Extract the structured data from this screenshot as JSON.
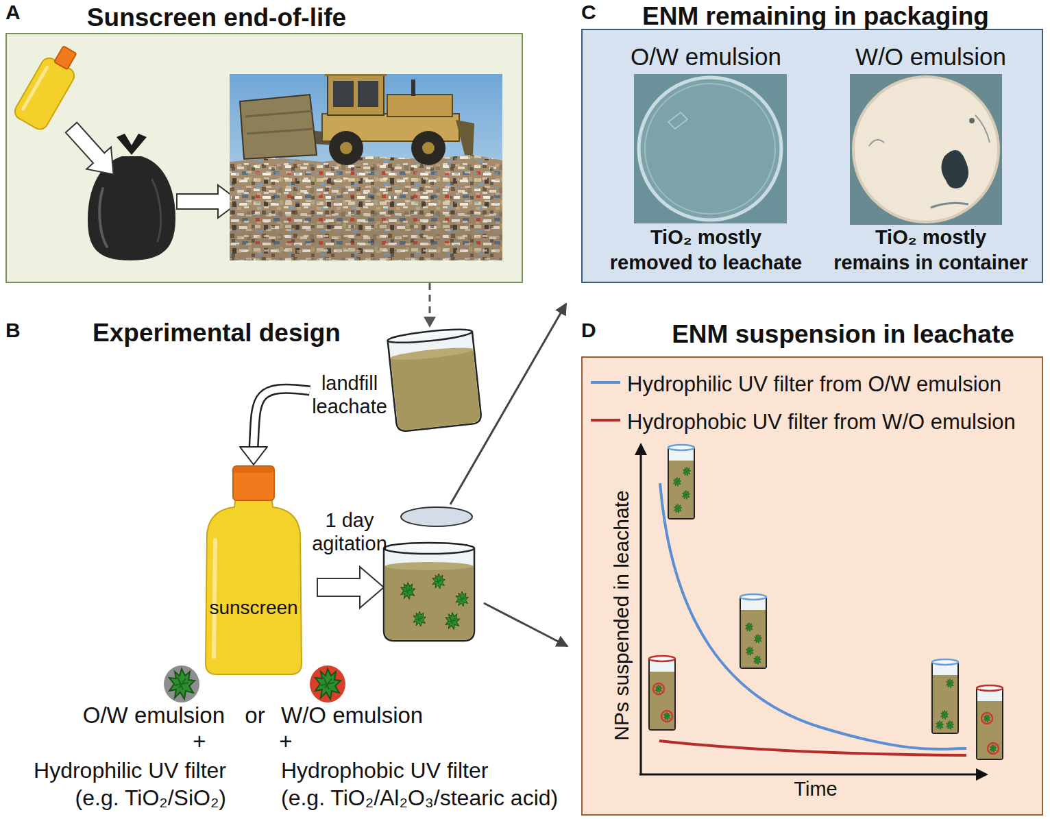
{
  "diagram": {
    "nodes": [
      {
        "text": [
          "Sunscreen end-of-life"
        ]
      },
      {
        "text": [
          "landfill leachate"
        ]
      },
      {
        "text": [
          "sunscreen"
        ]
      },
      {
        "text": [
          "ENM remaining in packaging"
        ]
      },
      {
        "text": [
          "O/W emulsion",
          "TiO₂ mostly removed to leachate"
        ],
        "in": 3
      },
      {
        "text": [
          "W/O emulsion",
          "TiO₂ mostly remains in container"
        ],
        "in": 3
      },
      {
        "text": [
          "ENM suspension in leachate"
        ]
      }
    ],
    "edges": [
      {
        "from": 0,
        "to": 1,
        "arrow": "to"
      },
      {
        "from": 1,
        "to": 2,
        "arrow": "to"
      }
    ],
    "labels": [
      "A",
      "B",
      "C",
      "D",
      "Experimental design",
      "1 day agitation",
      "O/W emulsion",
      "or",
      "W/O emulsion",
      "+",
      "+",
      "Hydrophilic UV filter (e.g. TiO₂/SiO₂)",
      "Hydrophobic UV filter (e.g. TiO₂/Al₂O₃/stearic acid)",
      "NPs suspended in leachate",
      "Time"
    ],
    "legend": [
      {
        "text": "Hydrophilic UV filter from O/W emulsion"
      },
      {
        "text": "Hydrophobic UV filter from W/O emulsion"
      }
    ]
  }
}
